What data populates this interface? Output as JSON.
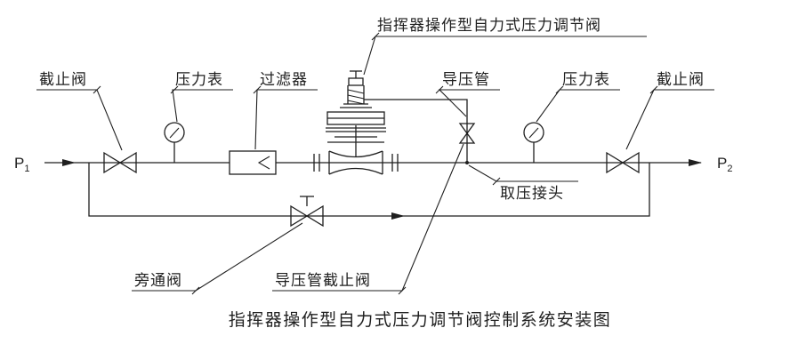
{
  "diagram": {
    "caption": "指挥器操作型自力式压力调节阀控制系统安装图",
    "labels": {
      "regulator": "指挥器操作型自力式压力调节阀",
      "shutoff_left": "截止阀",
      "gauge_left": "压力表",
      "filter": "过滤器",
      "impulse_pipe": "导压管",
      "gauge_right": "压力表",
      "shutoff_right": "截止阀",
      "tap_connector": "取压接头",
      "bypass_valve": "旁通阀",
      "impulse_shutoff": "导压管截止阀",
      "inlet": "P",
      "inlet_sub": "1",
      "outlet": "P",
      "outlet_sub": "2"
    },
    "colors": {
      "line": "#1f1f1f",
      "background": "#ffffff"
    }
  }
}
